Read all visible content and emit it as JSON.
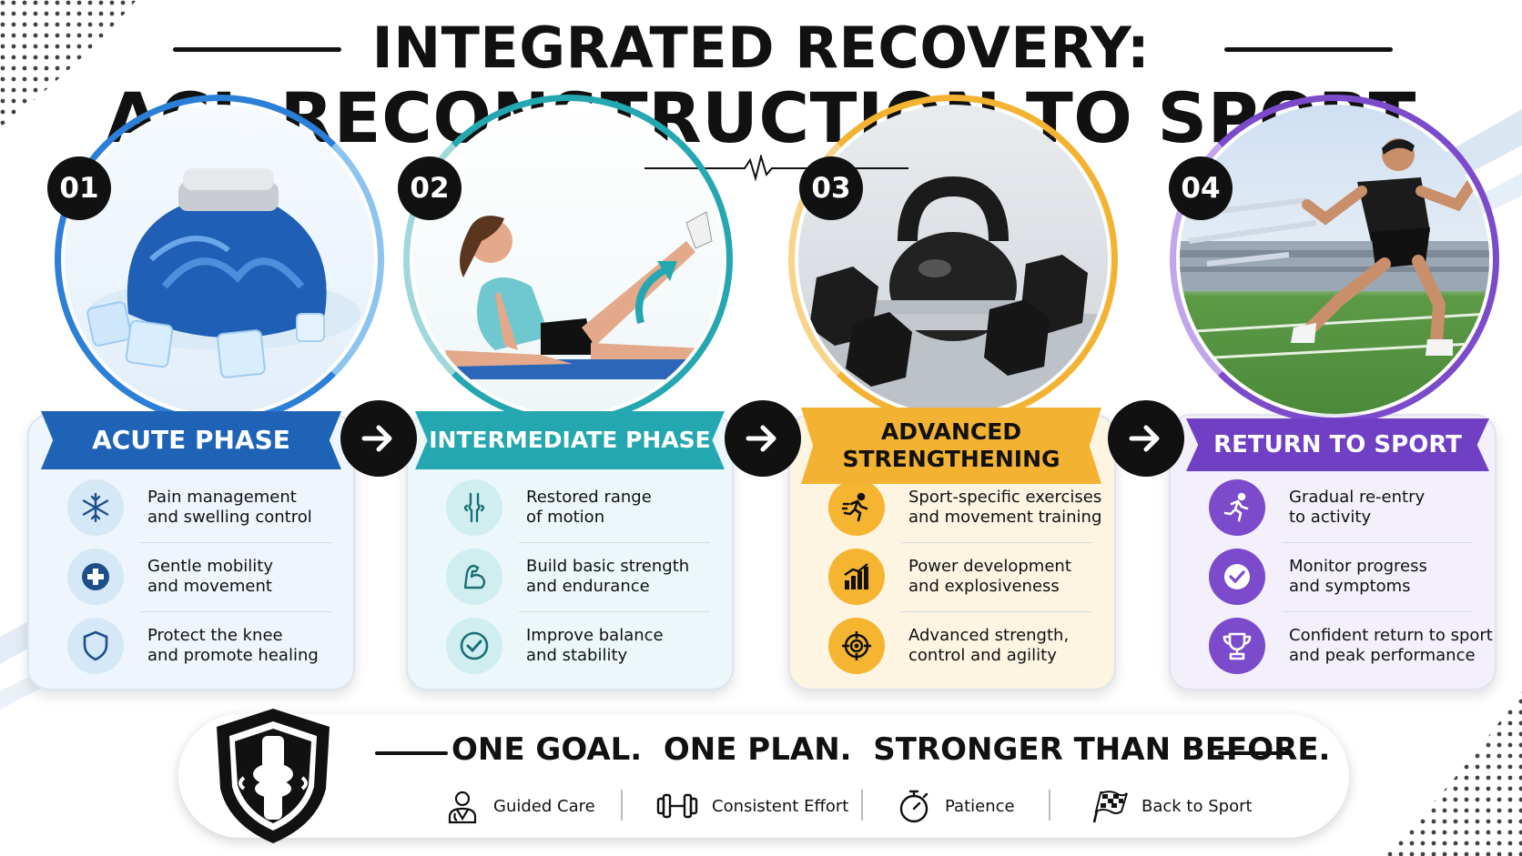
{
  "title": {
    "line1": "INTEGRATED RECOVERY:",
    "line2": "ACL RECONSTRUCTION TO SPORT"
  },
  "phases": [
    {
      "number": "01",
      "title": "ACUTE PHASE",
      "color": "#1e63b6",
      "card_bg": "#eef5fc",
      "icon_bg": "#d5e8f7",
      "icon_color": "#1e4f8a",
      "items": [
        {
          "icon": "snowflake-icon",
          "text": "Pain management\nand swelling control"
        },
        {
          "icon": "medical-cross-icon",
          "text": "Gentle mobility\nand movement"
        },
        {
          "icon": "shield-icon",
          "text": "Protect the knee\nand promote healing"
        }
      ]
    },
    {
      "number": "02",
      "title": "INTERMEDIATE PHASE",
      "color": "#24a7b0",
      "card_bg": "#ebf7f8",
      "icon_bg": "#d0eef0",
      "icon_color": "#1a6f78",
      "items": [
        {
          "icon": "knee-joint-icon",
          "text": "Restored range\nof motion"
        },
        {
          "icon": "flexed-arm-icon",
          "text": "Build basic strength\nand endurance"
        },
        {
          "icon": "checkmark-icon",
          "text": "Improve balance\nand stability"
        }
      ]
    },
    {
      "number": "03",
      "title": "ADVANCED\nSTRENGTHENING",
      "color": "#f4b232",
      "card_bg": "#fdf4e2",
      "icon_bg": "#f6b531",
      "icon_color": "#111111",
      "items": [
        {
          "icon": "running-person-icon",
          "text": "Sport-specific exercises\nand movement training"
        },
        {
          "icon": "bar-chart-icon",
          "text": "Power development\nand explosiveness"
        },
        {
          "icon": "target-icon",
          "text": "Advanced strength,\ncontrol and agility"
        }
      ]
    },
    {
      "number": "04",
      "title": "RETURN TO SPORT",
      "color": "#6f3fc4",
      "card_bg": "#f3effb",
      "icon_bg": "#7b4bcc",
      "icon_color": "#ffffff",
      "items": [
        {
          "icon": "running-person-icon",
          "text": "Gradual re-entry\nto activity"
        },
        {
          "icon": "check-circle-icon",
          "text": "Monitor progress\nand symptoms"
        },
        {
          "icon": "trophy-icon",
          "text": "Confident return to sport\nand peak performance"
        }
      ]
    }
  ],
  "footer": {
    "slogan": "ONE GOAL.  ONE PLAN.  STRONGER THAN BEFORE.",
    "values": [
      {
        "icon": "doctor-icon",
        "label": "Guided Care"
      },
      {
        "icon": "dumbbell-icon",
        "label": "Consistent Effort"
      },
      {
        "icon": "stopwatch-icon",
        "label": "Patience"
      },
      {
        "icon": "checkered-flag-icon",
        "label": "Back to Sport"
      }
    ]
  }
}
